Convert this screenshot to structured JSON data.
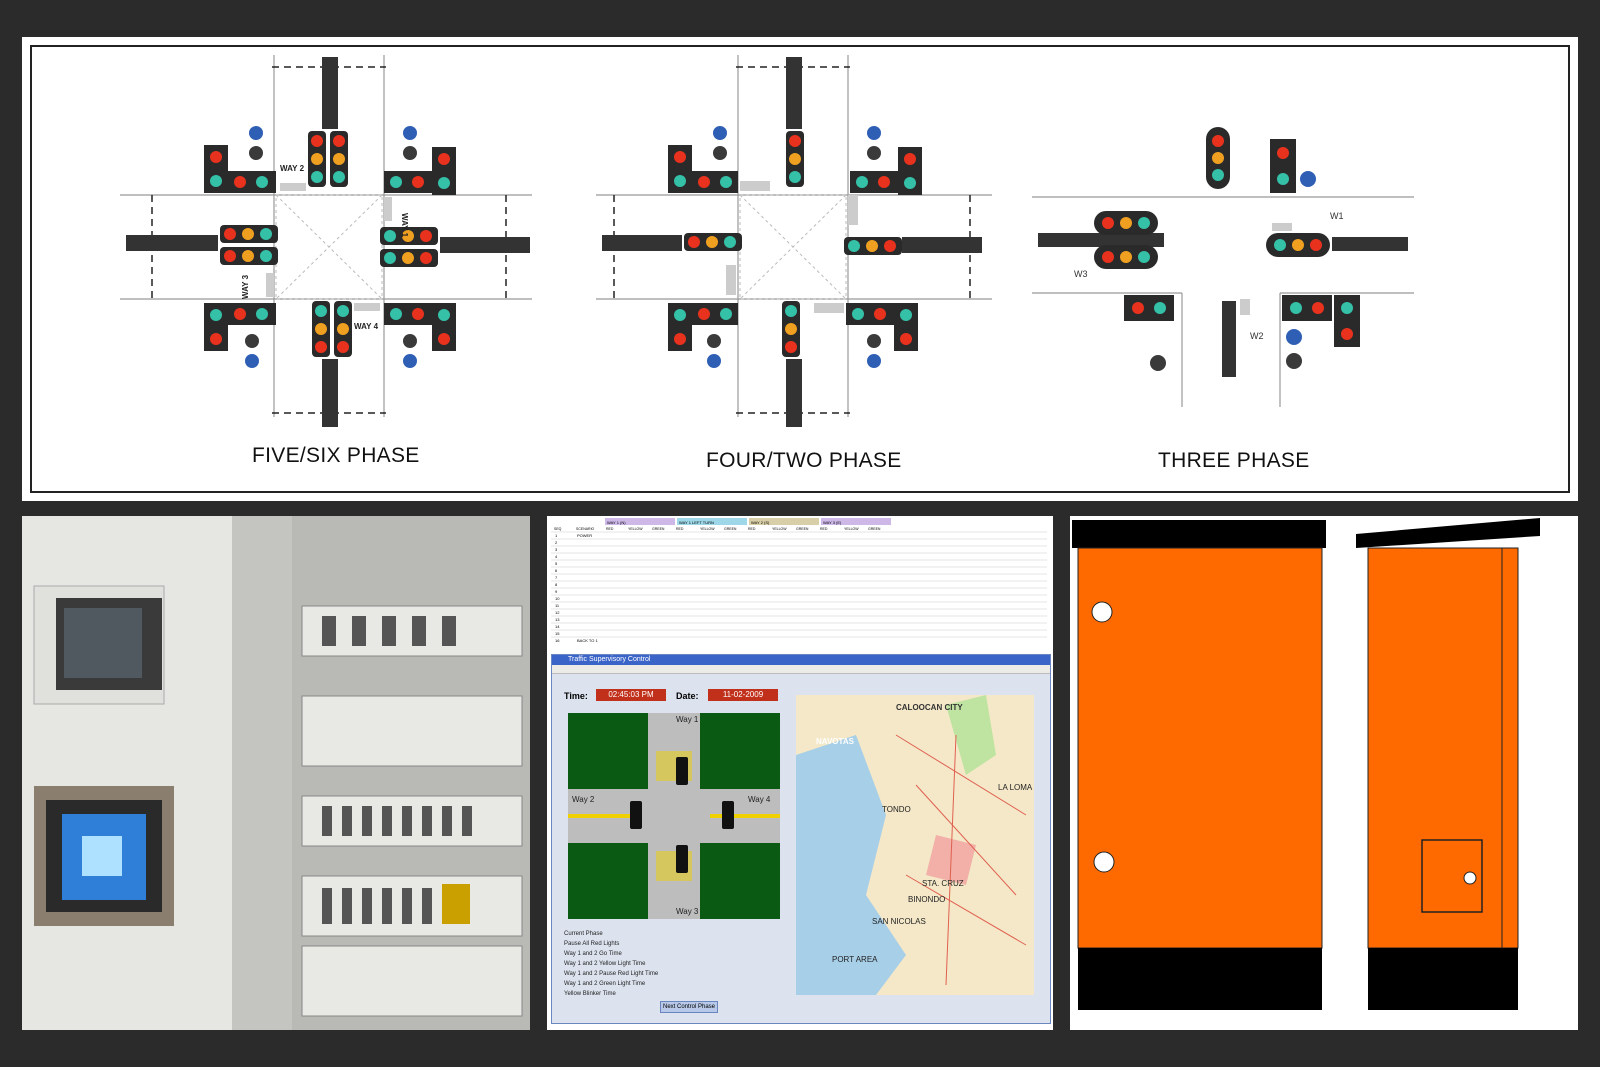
{
  "phases": {
    "five_six": {
      "caption": "FIVE/SIX PHASE",
      "way_labels": [
        "WAY 2",
        "WAY 1",
        "WAY 3",
        "WAY 4"
      ]
    },
    "four_two": {
      "caption": "FOUR/TWO PHASE"
    },
    "three": {
      "caption": "THREE PHASE",
      "way_labels": [
        "W1",
        "W2",
        "W3"
      ]
    }
  },
  "colors": {
    "red": "#e8321e",
    "amber": "#f0a020",
    "green": "#35c0a8",
    "blue": "#2f5fb5",
    "enclosure": "#ff6a00"
  },
  "software": {
    "window_title": "Traffic Supervisory Control",
    "time_label": "Time:",
    "time_value": "02:45:03 PM",
    "date_label": "Date:",
    "date_value": "11-02-2009",
    "map_labels": [
      "CALOOCAN CITY",
      "NAVOTAS",
      "TONDO",
      "SAN NICOLAS",
      "PORT AREA",
      "STA. CRUZ",
      "BINONDO",
      "LA LOMA"
    ],
    "way_labels": [
      "Way 1",
      "Way 2",
      "Way 3",
      "Way 4"
    ],
    "table_groups": [
      "WAY 1 (N)",
      "WAY 1 LEFT TURN",
      "WAY 2 (S)",
      "WAY 3 (E)"
    ],
    "table_cols": [
      "SEQ",
      "SCENARIO",
      "RED",
      "YELLOW",
      "GREEN",
      "RED",
      "YELLOW",
      "GREEN",
      "RED",
      "YELLOW",
      "GREEN",
      "RED",
      "YELLOW",
      "GREEN"
    ],
    "table_seq": [
      "1",
      "2",
      "3",
      "4",
      "5",
      "6",
      "7",
      "8",
      "9",
      "10",
      "11",
      "12",
      "13",
      "14",
      "15",
      "16"
    ],
    "table_scenarios": [
      "POWER",
      "",
      "",
      "",
      "",
      "",
      "",
      "",
      "",
      "",
      "",
      "",
      "",
      "",
      "",
      "BACK TO 1"
    ],
    "status_rows": [
      "Current Phase",
      "Pause All Red Lights",
      "Way 1 and 2 Go Time",
      "Way 1 and 2 Yellow Light Time",
      "Way 1 and 2 Pause Red Light Time",
      "Way 1 and 2 Green Light Time",
      "Yellow Blinker Time"
    ],
    "button_label": "Next Control Phase"
  }
}
